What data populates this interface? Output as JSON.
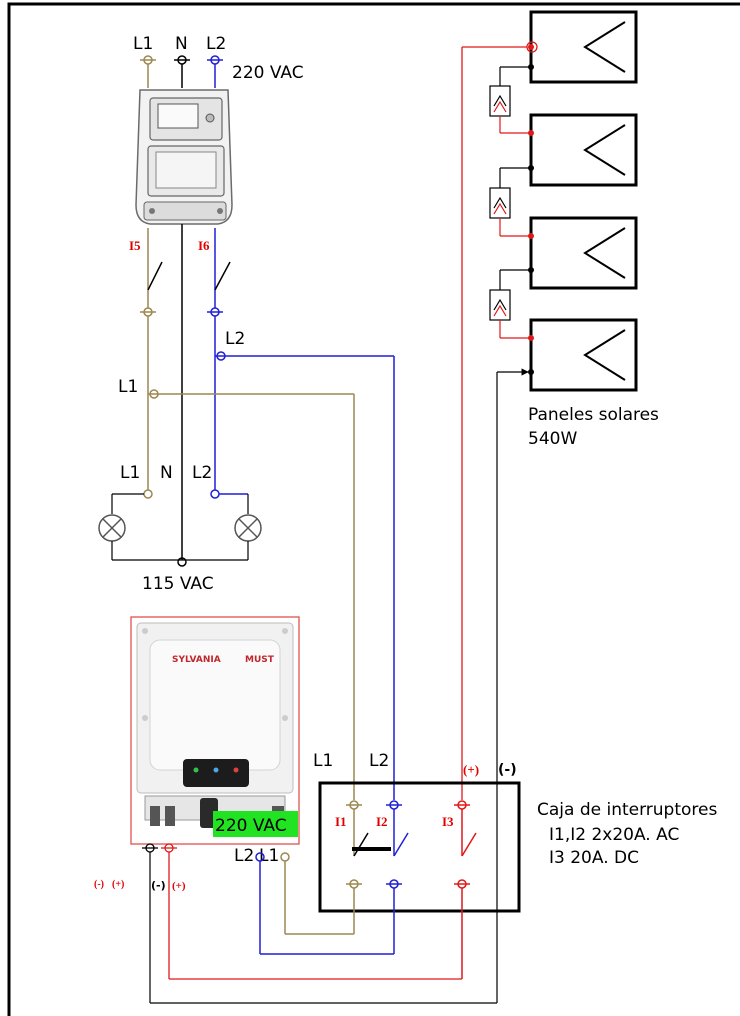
{
  "top_labels": {
    "l1": "L1",
    "n": "N",
    "l2": "L2",
    "voltage": "220 VAC"
  },
  "breakers": {
    "i5": "I5",
    "i6": "I6"
  },
  "mid_labels": {
    "l2": "L2",
    "l1": "L1"
  },
  "load_labels": {
    "l1": "L1",
    "n": "N",
    "l2": "L2",
    "voltage": "115 VAC"
  },
  "panels": {
    "title_line1": "Paneles solares",
    "title_line2": "540W"
  },
  "inverter": {
    "brand": "SYLVANIA",
    "brand2": "MUST",
    "voltage_badge": "220 VAC",
    "badge_color": "#22e322",
    "out_l2": "L2",
    "out_l1": "L1",
    "polarity_left": "(-)",
    "polarity_left_plus": "(+)",
    "polarity_neg": "(-)",
    "polarity_pos": "(+)"
  },
  "switch_box": {
    "l1": "L1",
    "l2": "L2",
    "plus": "(+)",
    "minus": "(-)",
    "i1": "I1",
    "i2": "I2",
    "i3": "I3",
    "desc_title": "Caja de interruptores",
    "desc_line1": "I1,I2 2x20A. AC",
    "desc_line2": "I3 20A. DC"
  },
  "colors": {
    "line1": "#9c8750",
    "line2": "#1f1fd8",
    "positive": "#e01818",
    "neutral": "#000000"
  }
}
